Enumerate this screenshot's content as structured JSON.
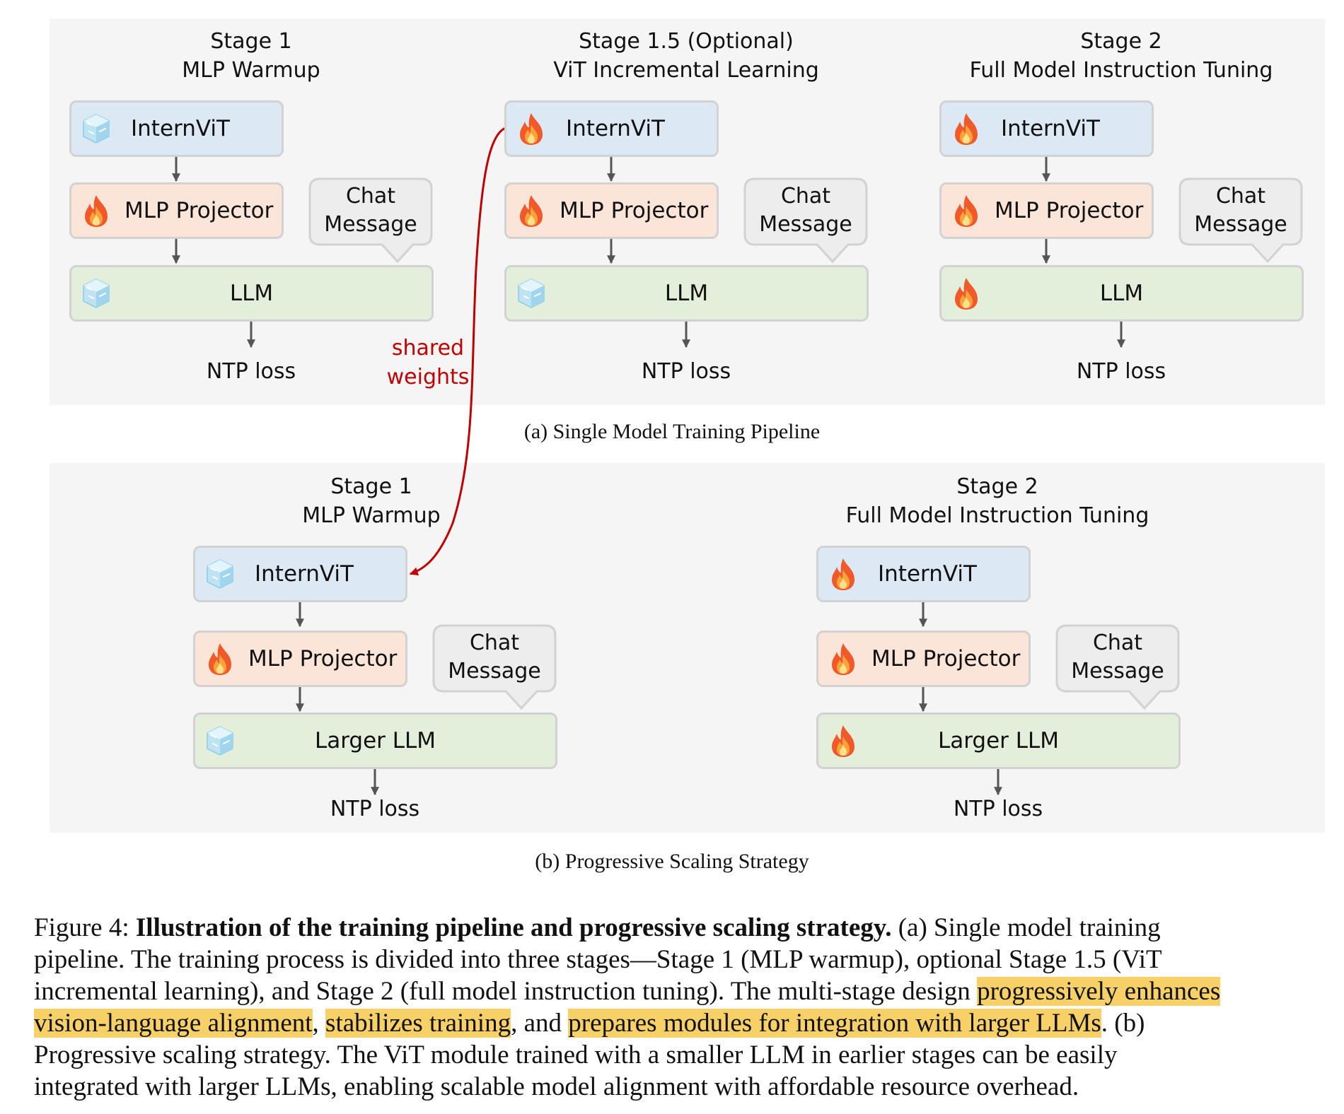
{
  "panel_a": {
    "stages": [
      {
        "line1": "Stage 1",
        "line2": "MLP Warmup",
        "vit_label": "InternViT",
        "vit_state": "frozen",
        "mlp_label": "MLP Projector",
        "mlp_state": "trainable",
        "chat_line1": "Chat",
        "chat_line2": "Message",
        "llm_label": "LLM",
        "llm_state": "frozen",
        "loss": "NTP loss"
      },
      {
        "line1": "Stage 1.5 (Optional)",
        "line2": "ViT Incremental Learning",
        "vit_label": "InternViT",
        "vit_state": "trainable",
        "mlp_label": "MLP Projector",
        "mlp_state": "trainable",
        "chat_line1": "Chat",
        "chat_line2": "Message",
        "llm_label": "LLM",
        "llm_state": "frozen",
        "loss": "NTP loss"
      },
      {
        "line1": "Stage 2",
        "line2": "Full Model Instruction Tuning",
        "vit_label": "InternViT",
        "vit_state": "trainable",
        "mlp_label": "MLP Projector",
        "mlp_state": "trainable",
        "chat_line1": "Chat",
        "chat_line2": "Message",
        "llm_label": "LLM",
        "llm_state": "trainable",
        "loss": "NTP loss"
      }
    ],
    "caption": "(a) Single Model Training Pipeline"
  },
  "shared_weights": {
    "line1": "shared",
    "line2": "weights"
  },
  "panel_b": {
    "stages": [
      {
        "line1": "Stage 1",
        "line2": "MLP Warmup",
        "vit_label": "InternViT",
        "vit_state": "frozen",
        "mlp_label": "MLP Projector",
        "mlp_state": "trainable",
        "chat_line1": "Chat",
        "chat_line2": "Message",
        "llm_label": "Larger LLM",
        "llm_state": "frozen",
        "loss": "NTP loss"
      },
      {
        "line1": "Stage 2",
        "line2": "Full Model Instruction Tuning",
        "vit_label": "InternViT",
        "vit_state": "trainable",
        "mlp_label": "MLP Projector",
        "mlp_state": "trainable",
        "chat_line1": "Chat",
        "chat_line2": "Message",
        "llm_label": "Larger LLM",
        "llm_state": "trainable",
        "loss": "NTP loss"
      }
    ],
    "caption": "(b) Progressive Scaling Strategy"
  },
  "figure_caption": {
    "prefix": "Figure 4: ",
    "bold": "Illustration of the training pipeline and progressive scaling strategy.",
    "l1_rest": " (a) Single model training",
    "l2": "pipeline. The training process is divided into three stages—Stage 1 (MLP warmup), optional Stage 1.5 (ViT",
    "l3_a": "incremental learning), and Stage 2 (full model instruction tuning). The multi-stage design ",
    "l3_hl": "progressively enhances",
    "l4_hl1": "vision-language alignment",
    "l4_sep1": ", ",
    "l4_hl2": "stabilizes training",
    "l4_sep2": ", and ",
    "l4_hl3": "prepares modules for integration with larger LLMs",
    "l4_end": ". (b)",
    "l5": "Progressive scaling strategy. The ViT module trained with a smaller LLM in earlier stages can be easily",
    "l6": "integrated with larger LLMs, enabling scalable model alignment with affordable resource overhead."
  },
  "colors": {
    "vit_fill": "#dde8f5",
    "mlp_fill": "#fbe4d8",
    "llm_fill": "#e3eedb",
    "arrow_red": "#c00000",
    "highlight": "#f7d067"
  }
}
